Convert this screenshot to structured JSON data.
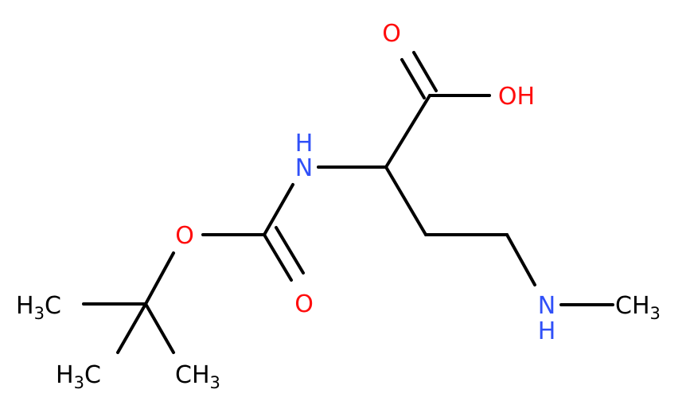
{
  "colors": {
    "bond": "#000000",
    "oxygen": "#ff0d0d",
    "nitrogen": "#3050f8",
    "carbon": "#000000"
  },
  "atoms": {
    "o_carbonyl_acid": "O",
    "oh_acid": "OH",
    "nh_boc": "N",
    "h_boc": "H",
    "o_ester": "O",
    "o_carbonyl_boc": "O",
    "n_methylamine": "N",
    "h_methylamine": "H",
    "ch3_methylamine": "CH",
    "ch3_methylamine_sub": "3",
    "h3c_left": "H",
    "h3c_left_sub": "3",
    "h3c_left_c": "C",
    "h3c_bottom_left": "H",
    "h3c_bottom_left_sub": "3",
    "h3c_bottom_left_c": "C",
    "ch3_bottom_right": "CH",
    "ch3_bottom_right_sub": "3"
  }
}
